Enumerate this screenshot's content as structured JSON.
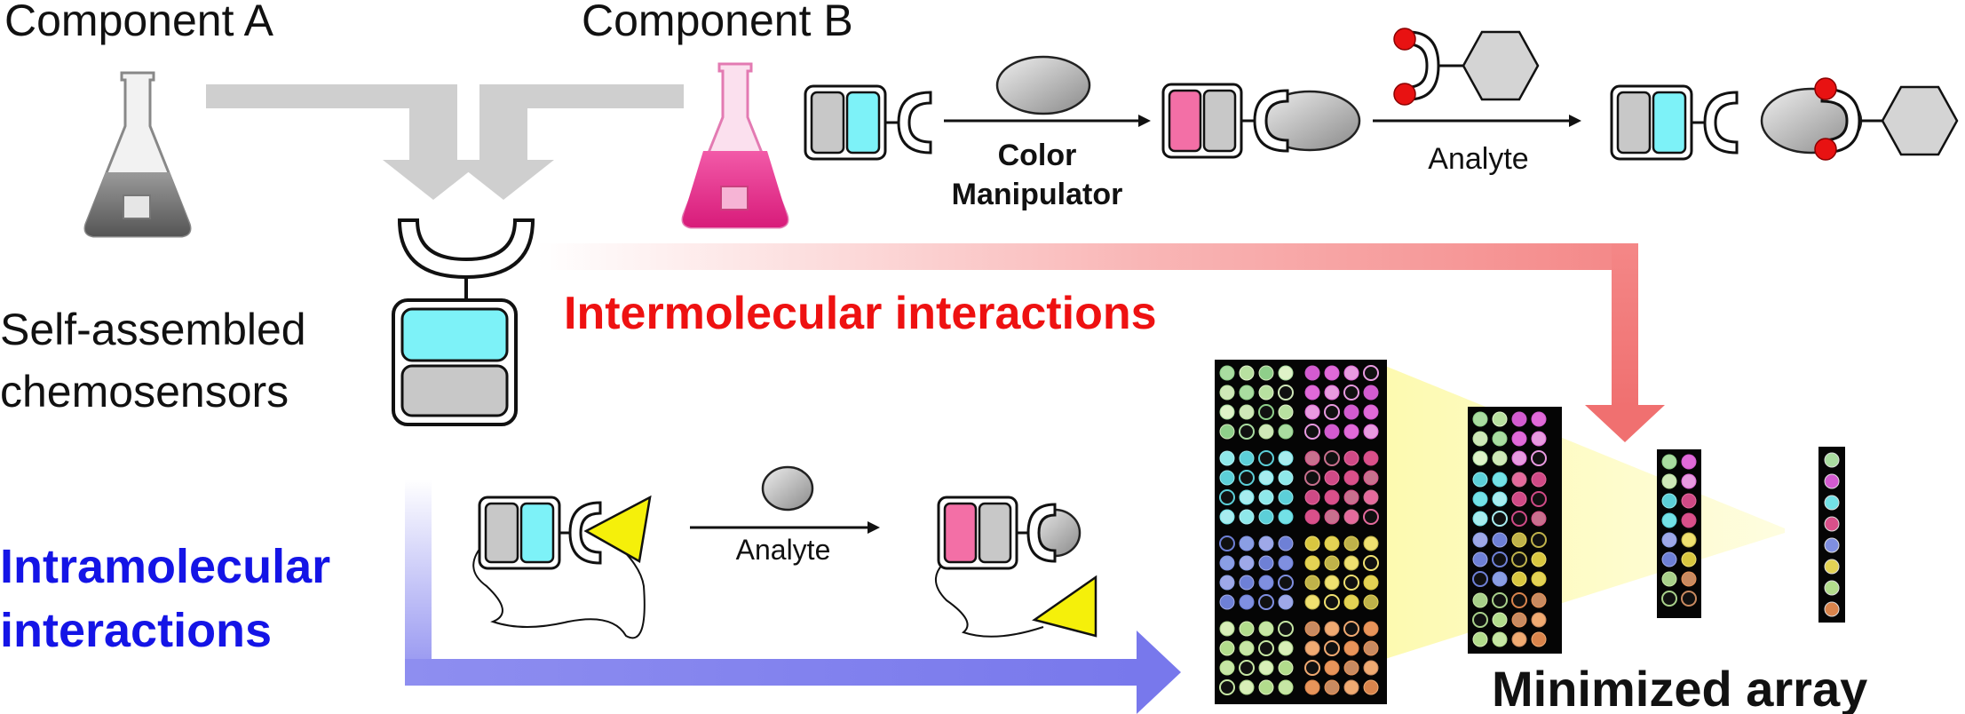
{
  "labels": {
    "component_a": "Component A",
    "component_b": "Component B",
    "self_assembled_line1": "Self-assembled",
    "self_assembled_line2": "chemosensors",
    "color_manipulator_line1": "Color",
    "color_manipulator_line2": "Manipulator",
    "analyte_top": "Analyte",
    "analyte_bottom": "Analyte",
    "intermolecular": "Intermolecular interactions",
    "intramolecular_line1": "Intramolecular",
    "intramolecular_line2": "interactions",
    "minimized_array": "Minimized array"
  },
  "colors": {
    "cyan": "#7df2f8",
    "pink": "#f36fa6",
    "gray_block": "#c8c8c8",
    "red_text": "#ee1111",
    "blue_text": "#1414e6",
    "pink_solution": "#e8278a",
    "yellow_triangle": "#f5f00a",
    "red_dot": "#e81212",
    "array_bg": "#050505"
  },
  "icons": [
    "flask-icon",
    "receptor-icon",
    "oval-icon",
    "hexagon-icon",
    "triangle-icon",
    "arrow-icon"
  ]
}
